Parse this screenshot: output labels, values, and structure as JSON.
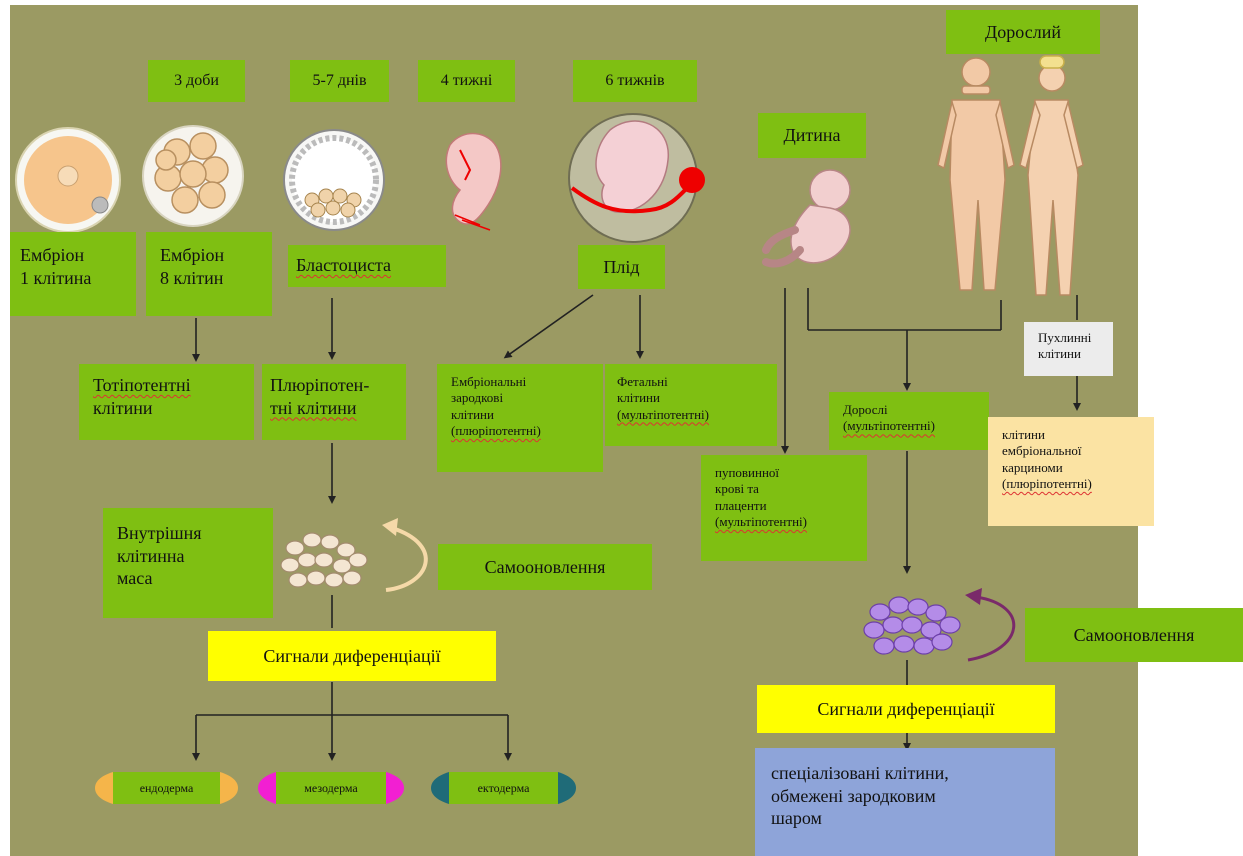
{
  "stages": {
    "days3": "3 доби",
    "days5_7": "5-7 днів",
    "weeks4": "4 тижні",
    "weeks6": "6 тижнів",
    "child": "Дитина",
    "adult": "Дорослий"
  },
  "embryo1": [
    "Ембріон",
    "1 клітина"
  ],
  "embryo8": [
    "Ембріон",
    "8 клітин"
  ],
  "blastocyst": "Бластоциста",
  "fetus": "Плід",
  "totipotent": [
    "Тотіпотентні",
    "клітини"
  ],
  "pluripotent": [
    "Плюріпотен-",
    "тні клітини"
  ],
  "embryonic_germ": [
    "Ембріональні",
    "зародкові",
    "клітини",
    "(плюріпотентні)"
  ],
  "fetal": [
    "Фетальні",
    "клітини",
    "(мультіпотентні)"
  ],
  "cord_blood": [
    "пуповинної",
    "крові та",
    "плаценти",
    "(мультіпотентні)"
  ],
  "adult_cells": [
    "Дорослі",
    "(мультіпотентні)"
  ],
  "tumor": [
    "Пухлинні",
    "клітини"
  ],
  "carcinoma": [
    "клітини",
    "ембріональної",
    "карциноми",
    "(плюріпотентні)"
  ],
  "inner_mass": [
    "Внутрішня",
    "клітинна",
    "маса"
  ],
  "self_renewal_left": "Самооновлення",
  "self_renewal_right": "Самооновлення",
  "diff_signals_left": "Сигнали диференціації",
  "diff_signals_right": "Сигнали диференціації",
  "germ_layers": [
    "ендодерма",
    "мезодерма",
    "ектодерма"
  ],
  "specialized": [
    "спеціалізовані клітини,",
    "обмежені зародковим",
    "шаром"
  ],
  "colors": {
    "background": "#9b9a63",
    "label_green": "#7fbf12",
    "signal_yellow": "#ffff00",
    "tumor_gray": "#ececec",
    "carcinoma_peach": "#fbe3a3",
    "specialized_blue": "#8ea4d9",
    "endoderm": "#f5b54a",
    "mesoderm": "#f21fd2",
    "ectoderm": "#1f6b78",
    "self_renewal_left_arrow": "#f5d9a8",
    "self_renewal_right_arrow": "#7a2a6a"
  }
}
